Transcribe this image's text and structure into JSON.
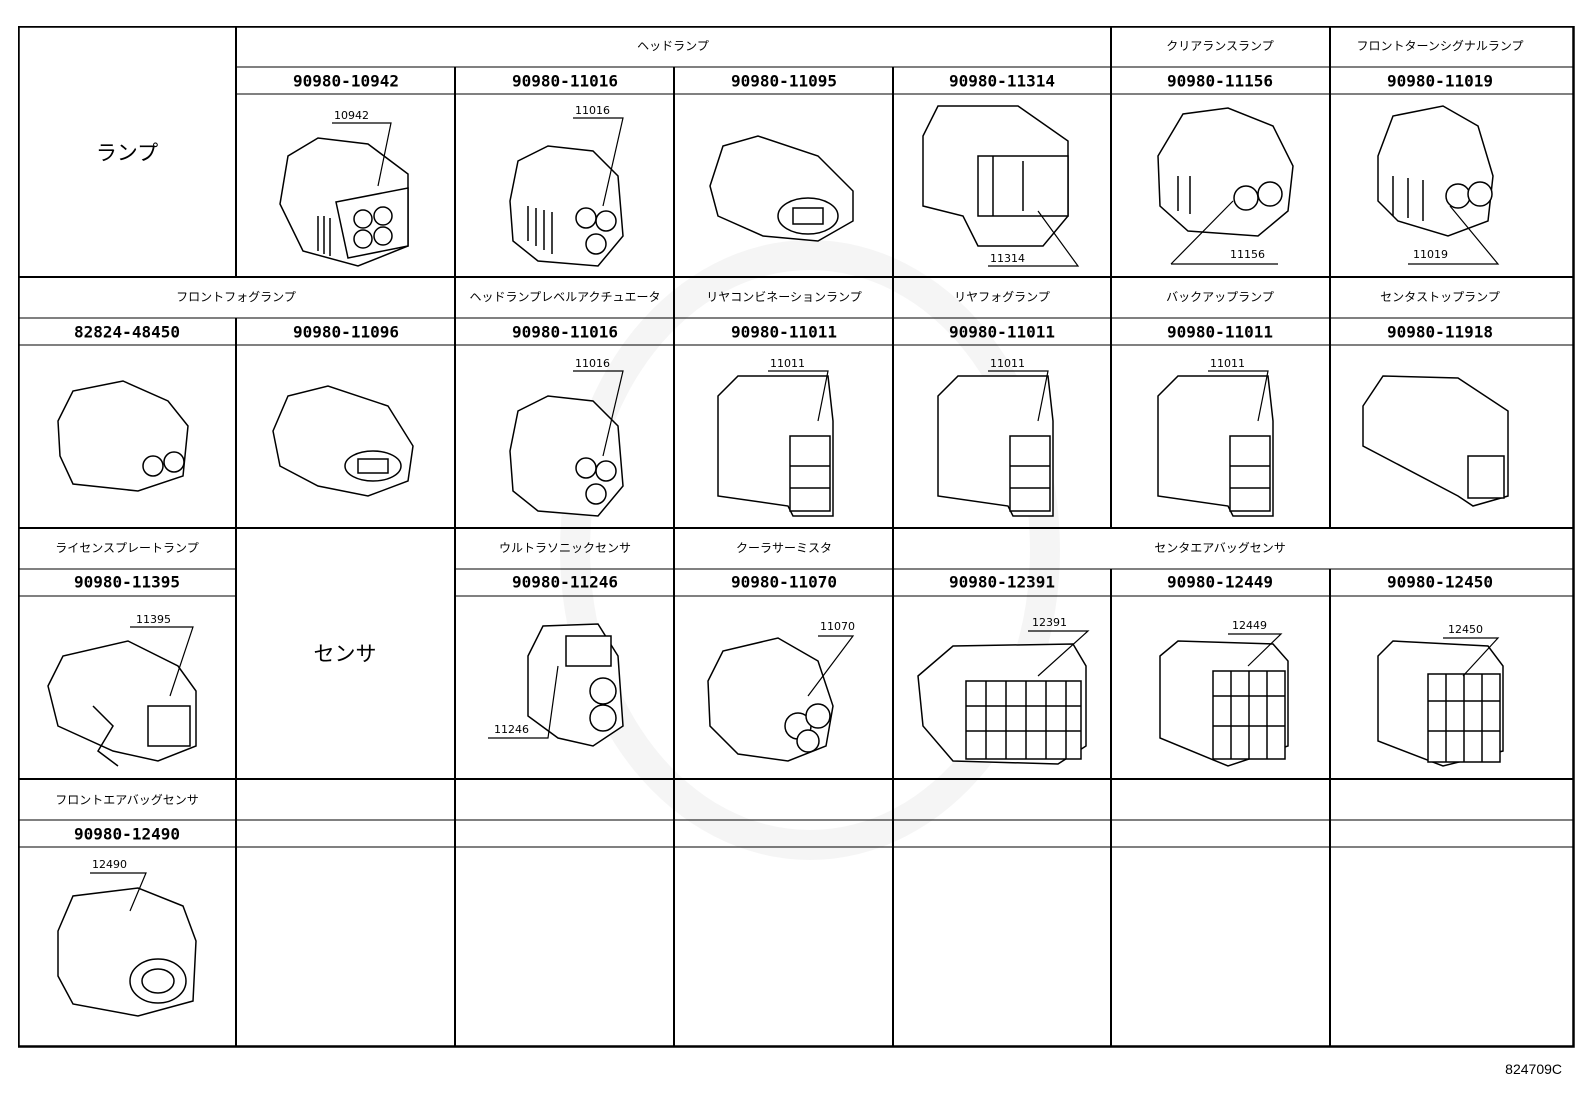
{
  "categories": {
    "lamp": "ランプ",
    "sensor": "センサ"
  },
  "headers": {
    "headlamp": "ヘッドランプ",
    "clearance": "クリアランスランプ",
    "front_turn": "フロントターンシグナルランプ",
    "front_fog": "フロントフォグランプ",
    "leveling": "ヘッドランプレベルアクチュエータ",
    "rear_combi": "リヤコンビネーションランプ",
    "rear_fog": "リヤフォグランプ",
    "backup": "バックアップランプ",
    "center_stop": "センタストップランプ",
    "license": "ライセンスプレートランプ",
    "ultrasonic": "ウルトラソニックセンサ",
    "cooler_thermistor": "クーラサーミスタ",
    "center_airbag": "センタエアバッグセンサ",
    "front_airbag": "フロントエアバッグセンサ"
  },
  "parts": {
    "r1": [
      "90980-10942",
      "90980-11016",
      "90980-11095",
      "90980-11314",
      "90980-11156",
      "90980-11019"
    ],
    "r2": [
      "82824-48450",
      "90980-11096",
      "90980-11016",
      "90980-11011",
      "90980-11011",
      "90980-11011",
      "90980-11918"
    ],
    "r3": [
      "90980-11395",
      "90980-11246",
      "90980-11070",
      "90980-12391",
      "90980-12449",
      "90980-12450"
    ],
    "r4": [
      "90980-12490"
    ]
  },
  "callouts": {
    "c10942": "10942",
    "c11016": "11016",
    "c11314": "11314",
    "c11156": "11156",
    "c11019": "11019",
    "c11016b": "11016",
    "c11011a": "11011",
    "c11011b": "11011",
    "c11011c": "11011",
    "c11395": "11395",
    "c11246": "11246",
    "c11070": "11070",
    "c12391": "12391",
    "c12449": "12449",
    "c12450": "12450",
    "c12490": "12490"
  },
  "diagram_code": "824709C"
}
